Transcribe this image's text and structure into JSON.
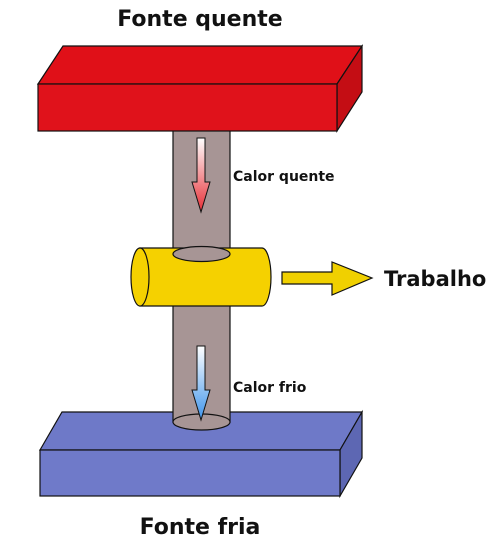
{
  "labels": {
    "hot_source": "Fonte quente",
    "cold_source": "Fonte fria",
    "hot_heat": "Calor quente",
    "cold_heat": "Calor frio",
    "work": "Trabalho"
  },
  "colors": {
    "hot_block_front": "#e0121b",
    "hot_block_top": "#e01018",
    "cold_block_front": "#6f7ac9",
    "cold_block_top": "#6e79c8",
    "shaft": "#a79595",
    "engine": "#f5d100",
    "work_arrow": "#f0d000",
    "hot_arrow_top": "#ffffff",
    "hot_arrow_bottom": "#e82f36",
    "cold_arrow_top": "#ffffff",
    "cold_arrow_bottom": "#3f95ec",
    "outline": "#111111"
  }
}
